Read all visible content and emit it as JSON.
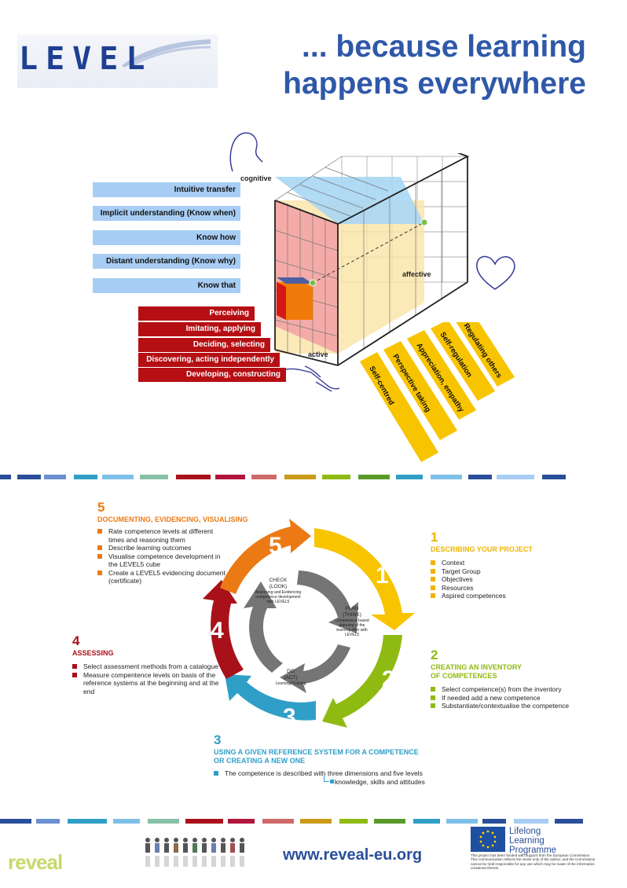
{
  "header": {
    "logo_text": "LEVEL",
    "headline_line1": "... because learning",
    "headline_line2": "happens everywhere"
  },
  "cube": {
    "cognitive_label": "cognitive",
    "affective_label": "affective",
    "active_label": "active"
  },
  "cognitive_levels": [
    "Intuitive transfer",
    "Implicit understanding (Know when)",
    "Know how",
    "Distant understanding (Know why)",
    "Know that"
  ],
  "active_levels": [
    "Perceiving",
    "Imitating, applying",
    "Deciding, selecting",
    "Discovering, acting independently",
    "Developing, constructing"
  ],
  "affective_levels": [
    "Self-centred",
    "Perspective taking",
    "Appreciation, empathy",
    "Self-regulation",
    "Regulating others"
  ],
  "cycle": {
    "check": [
      "CHECK",
      "(LOOK)",
      "Assessing and Evidencing",
      "competence development",
      "with LEVEL5"
    ],
    "plan": [
      "PLAN",
      "(THINK)",
      "Competence based",
      "planning of the",
      "learning offer with",
      "LEVEL5"
    ],
    "do": [
      "DO",
      "(ACT)",
      "Learning/Training"
    ],
    "arrow_numbers": [
      "1",
      "2",
      "3",
      "4",
      "5"
    ]
  },
  "steps": {
    "s1": {
      "num": "1",
      "title": "DESCRIBING YOUR PROJECT",
      "items": [
        "Context",
        "Target Group",
        "Objectives",
        "Resources",
        "Aspired competences"
      ],
      "color": "#f0b400"
    },
    "s2": {
      "num": "2",
      "title1": "CREATING AN INVENTORY",
      "title2": "OF COMPETENCES",
      "items": [
        "Select competence(s) from the inventory",
        "If needed add a new competence",
        "Substantiate/contextualise the competence"
      ],
      "color": "#8fba12"
    },
    "s3": {
      "num": "3",
      "title1": "USING A GIVEN REFERENCE SYSTEM FOR A COMPETENCE",
      "title2": "OR CREATING A NEW ONE",
      "items": [
        "The competence is described with three dimensions and five levels"
      ],
      "sub": "knowledge, skills and attitudes",
      "color": "#2f9fc8"
    },
    "s4": {
      "num": "4",
      "title": "ASSESSING",
      "items": [
        "Select assessment methods from a catalogue",
        "Measure compentence levels on basis of the reference systems at the beginning and at the end"
      ],
      "color": "#a8111a"
    },
    "s5": {
      "num": "5",
      "title": "DOCUMENTING, EVIDENCING, VISUALISING",
      "items": [
        "Rate competence levels at different times and reasoning them",
        "Describe learning outcomes",
        "Visualise competence development in the LEVEL5 cube",
        "Create a LEVEL5 evidencing document (certificate)"
      ],
      "color": "#ec7a14"
    }
  },
  "footer": {
    "reveal_logo": "reveal",
    "website": "www.reveal-eu.org",
    "llp": [
      "Lifelong",
      "Learning",
      "Programme"
    ],
    "disclaimer": "This project has been funded with support from the European Commission. This communication reflects the views only of the author, and the Commission cannot be held responsible for any use which may be made of the information contained therein."
  },
  "colors": {
    "blue_heading": "#2f58a8",
    "cognitive_blue": "#a8cdf4",
    "active_red": "#b50f14",
    "affective_yellow": "#f8c400"
  }
}
